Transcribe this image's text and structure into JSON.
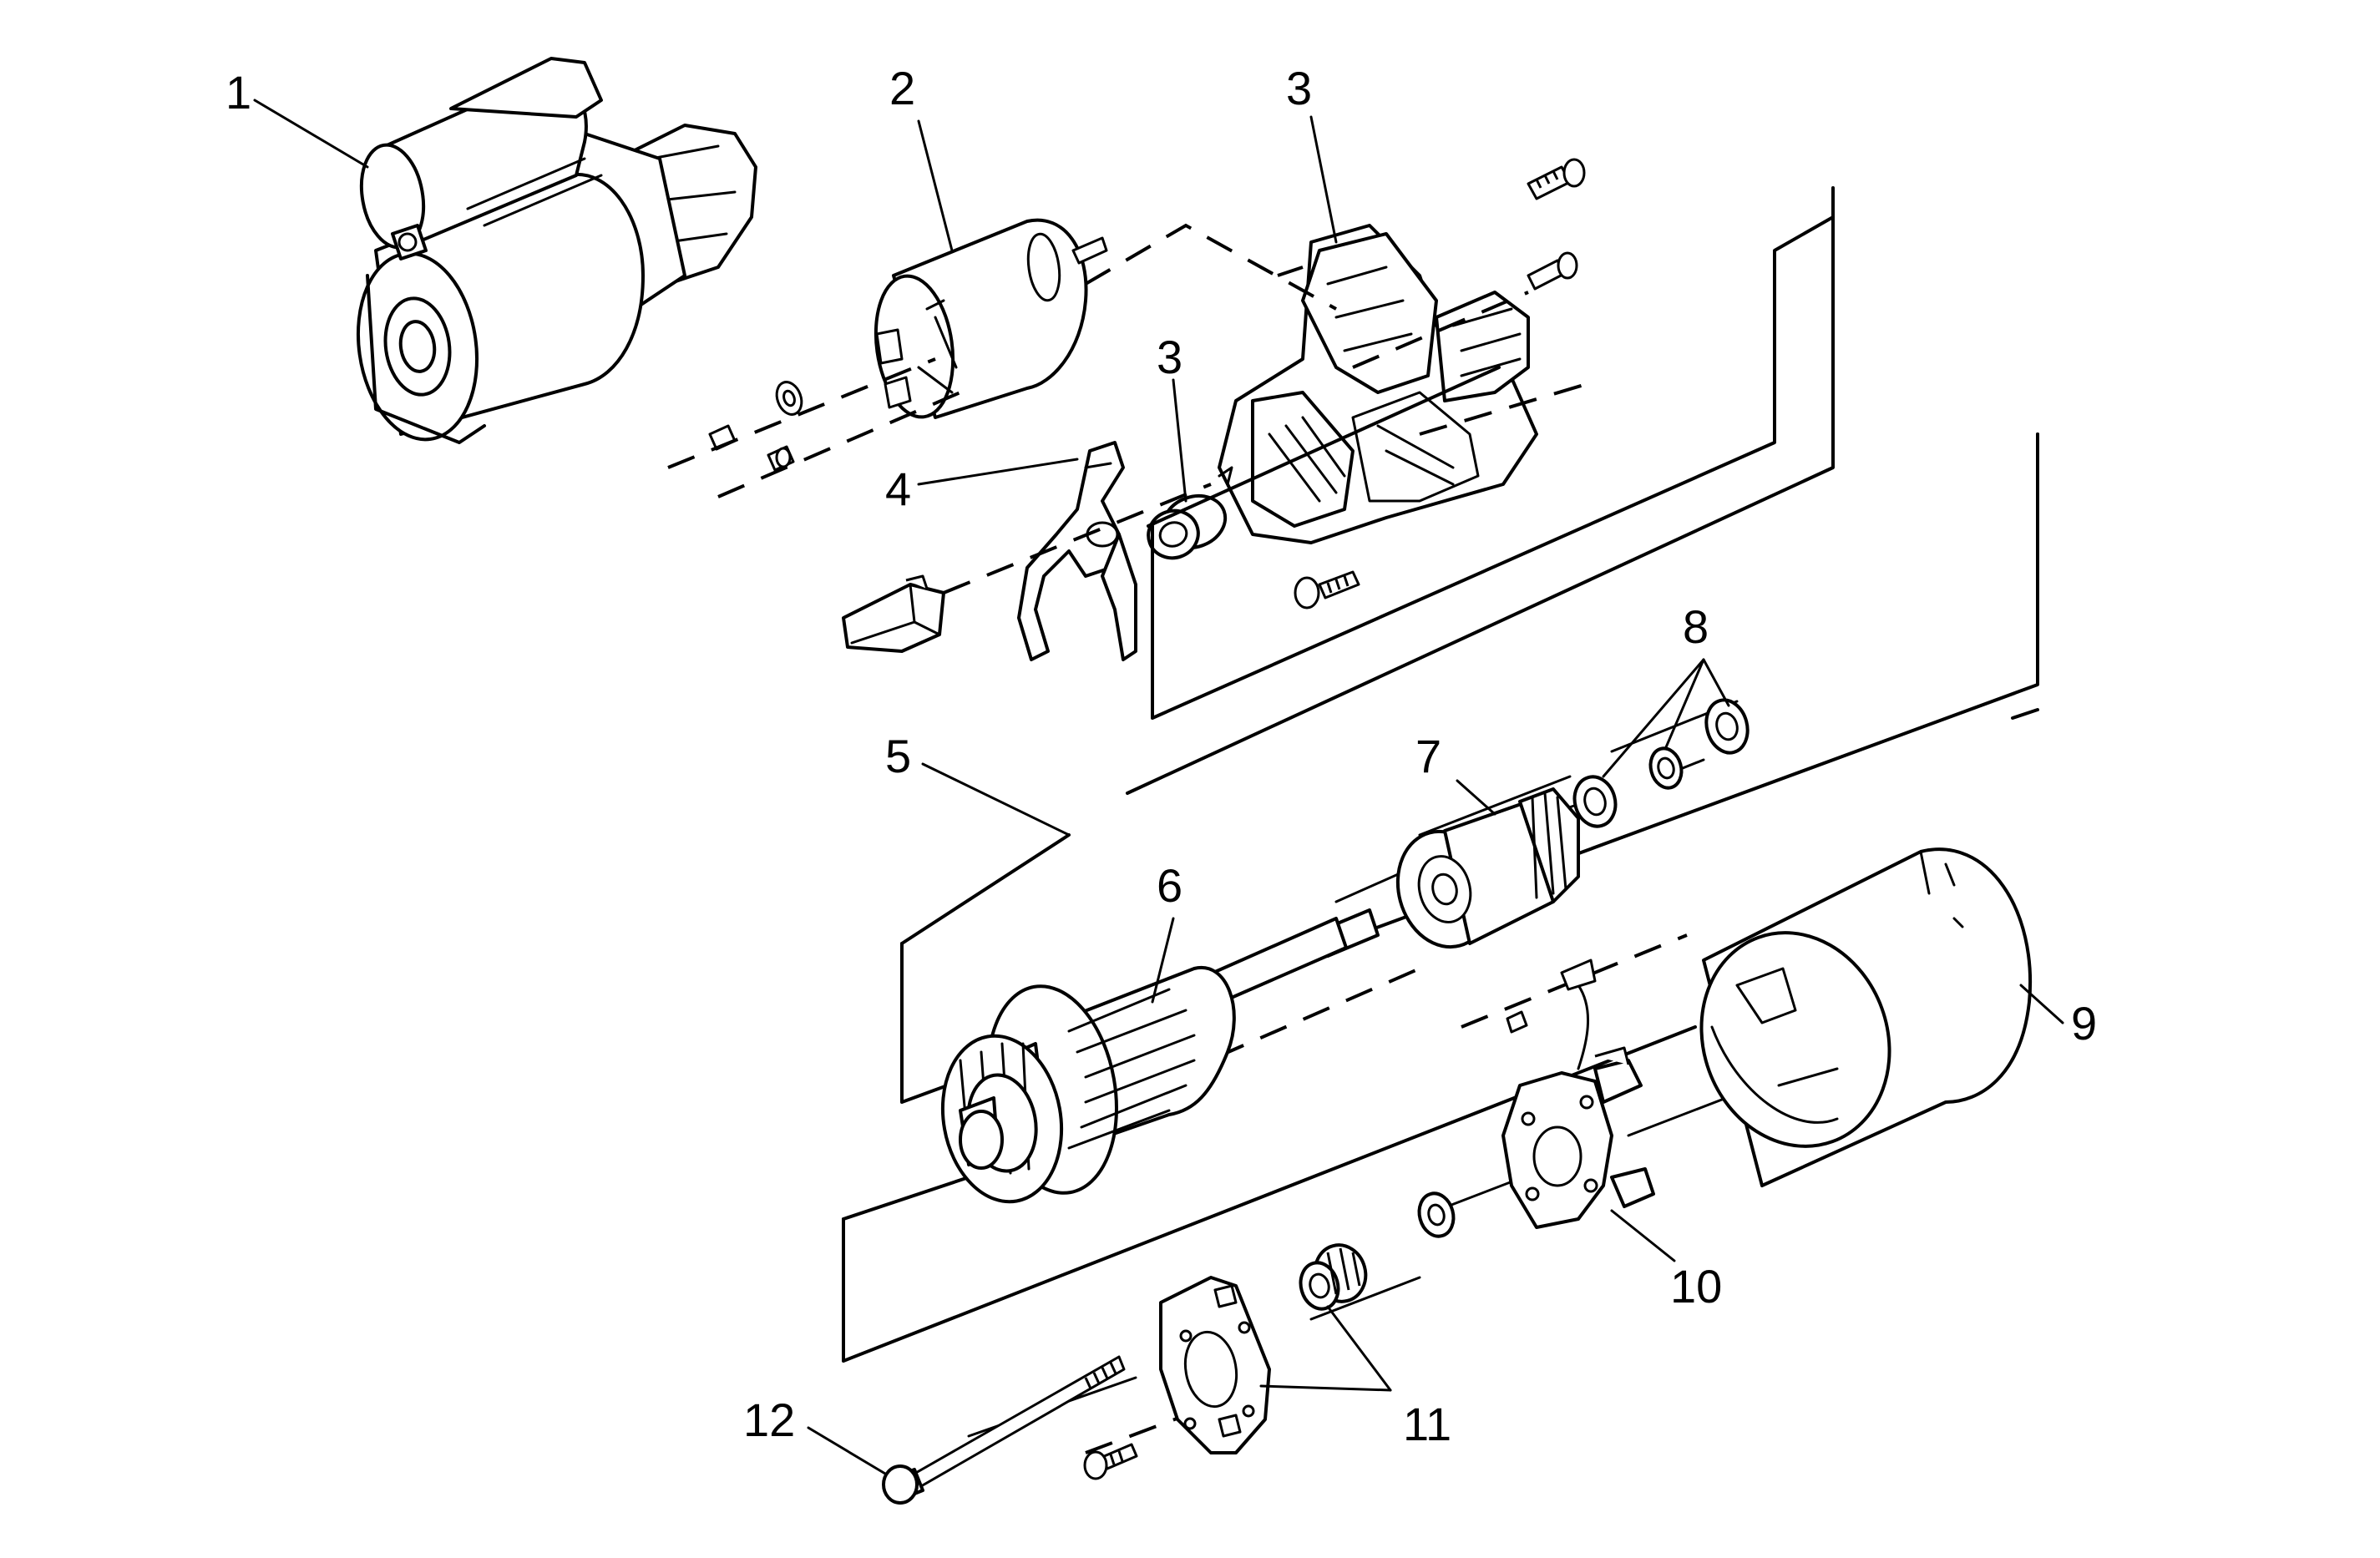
{
  "callouts": [
    {
      "id": "c1",
      "text": "1"
    },
    {
      "id": "c2",
      "text": "2"
    },
    {
      "id": "c3a",
      "text": "3"
    },
    {
      "id": "c3b",
      "text": "3"
    },
    {
      "id": "c4",
      "text": "4"
    },
    {
      "id": "c5",
      "text": "5"
    },
    {
      "id": "c6",
      "text": "6"
    },
    {
      "id": "c7",
      "text": "7"
    },
    {
      "id": "c8",
      "text": "8"
    },
    {
      "id": "c9",
      "text": "9"
    },
    {
      "id": "c10",
      "text": "10"
    },
    {
      "id": "c11",
      "text": "11"
    },
    {
      "id": "c12",
      "text": "12"
    }
  ]
}
